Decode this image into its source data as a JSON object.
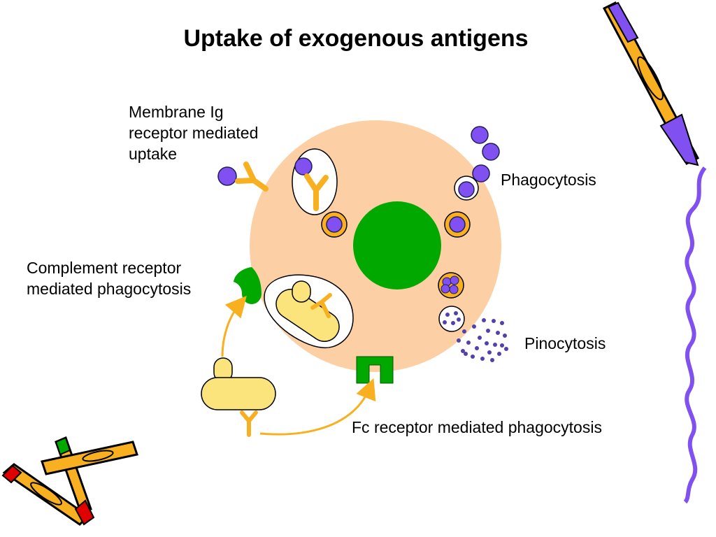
{
  "title": "Uptake of exogenous antigens",
  "labels": {
    "membrane_ig": "Membrane Ig\nreceptor mediated\nuptake",
    "phagocytosis": "Phagocytosis",
    "complement": "Complement receptor\nmediated phagocytosis",
    "pinocytosis": "Pinocytosis",
    "fc_receptor": "Fc receptor mediated phagocytosis"
  },
  "colors": {
    "cell": "#fcd0a4",
    "nucleus": "#00a800",
    "antigen": "#8050f0",
    "antibody": "#f8b020",
    "bacterium": "#fce47c",
    "arrow": "#f8b020",
    "border": "#ff00ff"
  },
  "decorations": [
    "pencil-icon",
    "crayons-icon",
    "wavy-border"
  ]
}
